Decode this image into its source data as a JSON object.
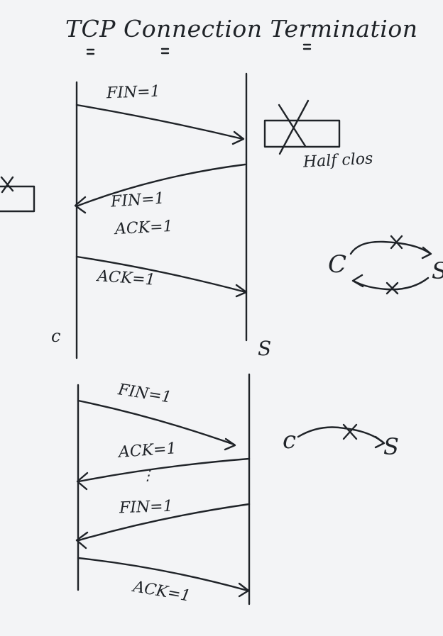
{
  "title": "TCP Connection Termination",
  "upper_diagram": {
    "client_label": "c",
    "server_label": "S",
    "messages": [
      {
        "label": "FIN=1",
        "direction": "client-to-server"
      },
      {
        "label": "FIN=1",
        "direction": "server-to-client"
      },
      {
        "label": "ACK=1",
        "direction": "server-to-client"
      },
      {
        "label": "ACK=1",
        "direction": "client-to-server"
      }
    ],
    "note": "Half clos"
  },
  "lower_diagram": {
    "messages": [
      {
        "label": "FIN=1",
        "direction": "client-to-server"
      },
      {
        "label": "ACK=1",
        "direction": "server-to-client"
      },
      {
        "label": "FIN=1",
        "direction": "server-to-client"
      },
      {
        "label": "ACK=1",
        "direction": "client-to-server"
      }
    ],
    "ellipsis": "⋮"
  },
  "right_sketches": {
    "upper": {
      "left_node": "C",
      "right_node": "S"
    },
    "lower": {
      "left_node": "c",
      "right_node": "S"
    }
  },
  "colors": {
    "background": "#f3f4f6",
    "ink": "#1f2328"
  }
}
